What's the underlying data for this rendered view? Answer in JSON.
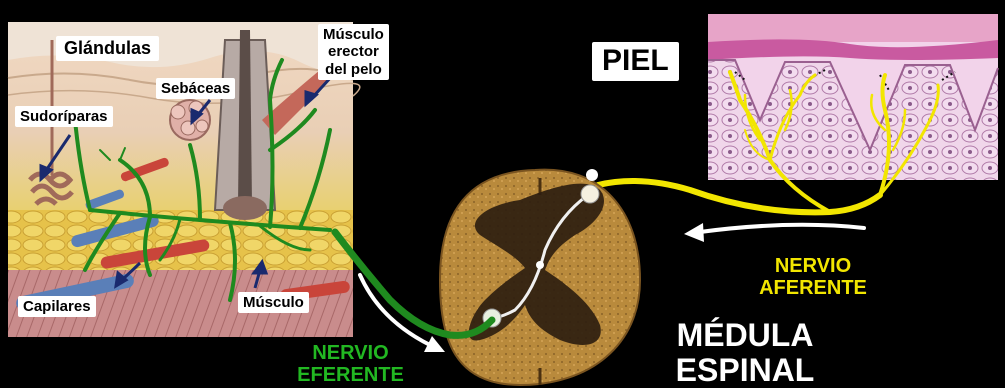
{
  "labels": {
    "glandulas": "Glándulas",
    "sebaceas": "Sebáceas",
    "sudoriparas": "Sudoríparas",
    "musculo_erector": [
      "Músculo",
      "erector",
      "del pelo"
    ],
    "capilares": "Capilares",
    "musculo": "Músculo",
    "piel": "PIEL",
    "nervio_eferente": [
      "NERVIO",
      "EFERENTE"
    ],
    "nervio_aferente": [
      "NERVIO",
      "AFERENTE"
    ],
    "medula_espinal": [
      "MÉDULA",
      "ESPINAL"
    ]
  },
  "colors": {
    "background": "#000000",
    "efferent_nerve": "#1f8a1f",
    "afferent_nerve": "#f2e600",
    "efferent_text": "#22b822",
    "afferent_text": "#f2e600",
    "title_text": "#ffffff",
    "cord_tissue": "#b8863a",
    "cord_gray_matter": "#3a2a1a",
    "skin_pink": "#e8a8c8"
  }
}
